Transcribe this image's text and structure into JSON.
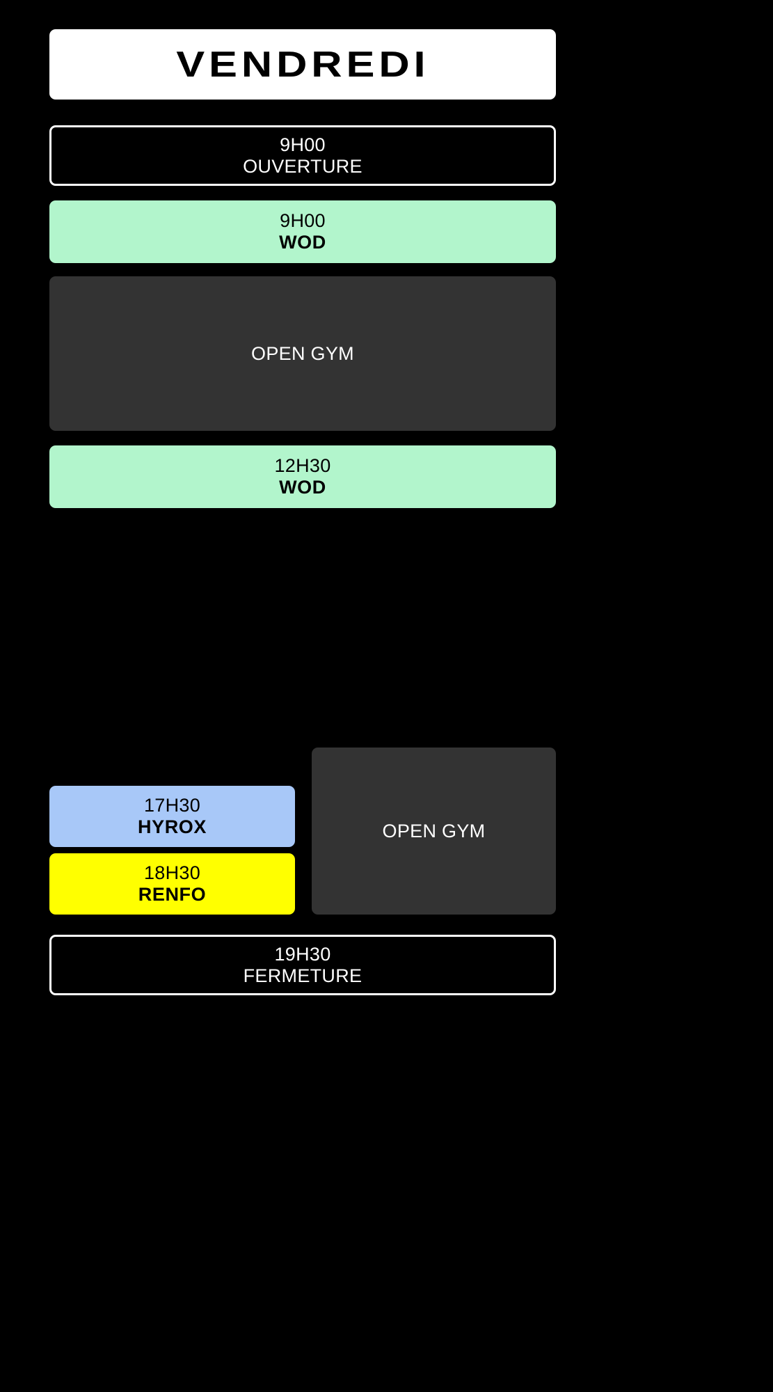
{
  "header": {
    "day": "VENDREDI"
  },
  "colors": {
    "background": "#000000",
    "header_bg": "#ffffff",
    "header_text": "#000000",
    "wod_green": "#b2f5cc",
    "hyrox_blue": "#a8c8f8",
    "renfo_yellow": "#ffff00",
    "open_gym_gray": "#333333",
    "outline_white": "#ffffff"
  },
  "schedule": {
    "opening": {
      "time": "9H00",
      "name": "OUVERTURE"
    },
    "morning_wod": {
      "time": "9H00",
      "name": "WOD"
    },
    "morning_open_gym": {
      "time": "",
      "name": "OPEN GYM"
    },
    "midday_wod": {
      "time": "12H30",
      "name": "WOD"
    },
    "hyrox": {
      "time": "17H30",
      "name": "HYROX"
    },
    "renfo": {
      "time": "18H30",
      "name": "RENFO"
    },
    "evening_open_gym": {
      "time": "",
      "name": "OPEN GYM"
    },
    "closing": {
      "time": "19H30",
      "name": "FERMETURE"
    }
  }
}
